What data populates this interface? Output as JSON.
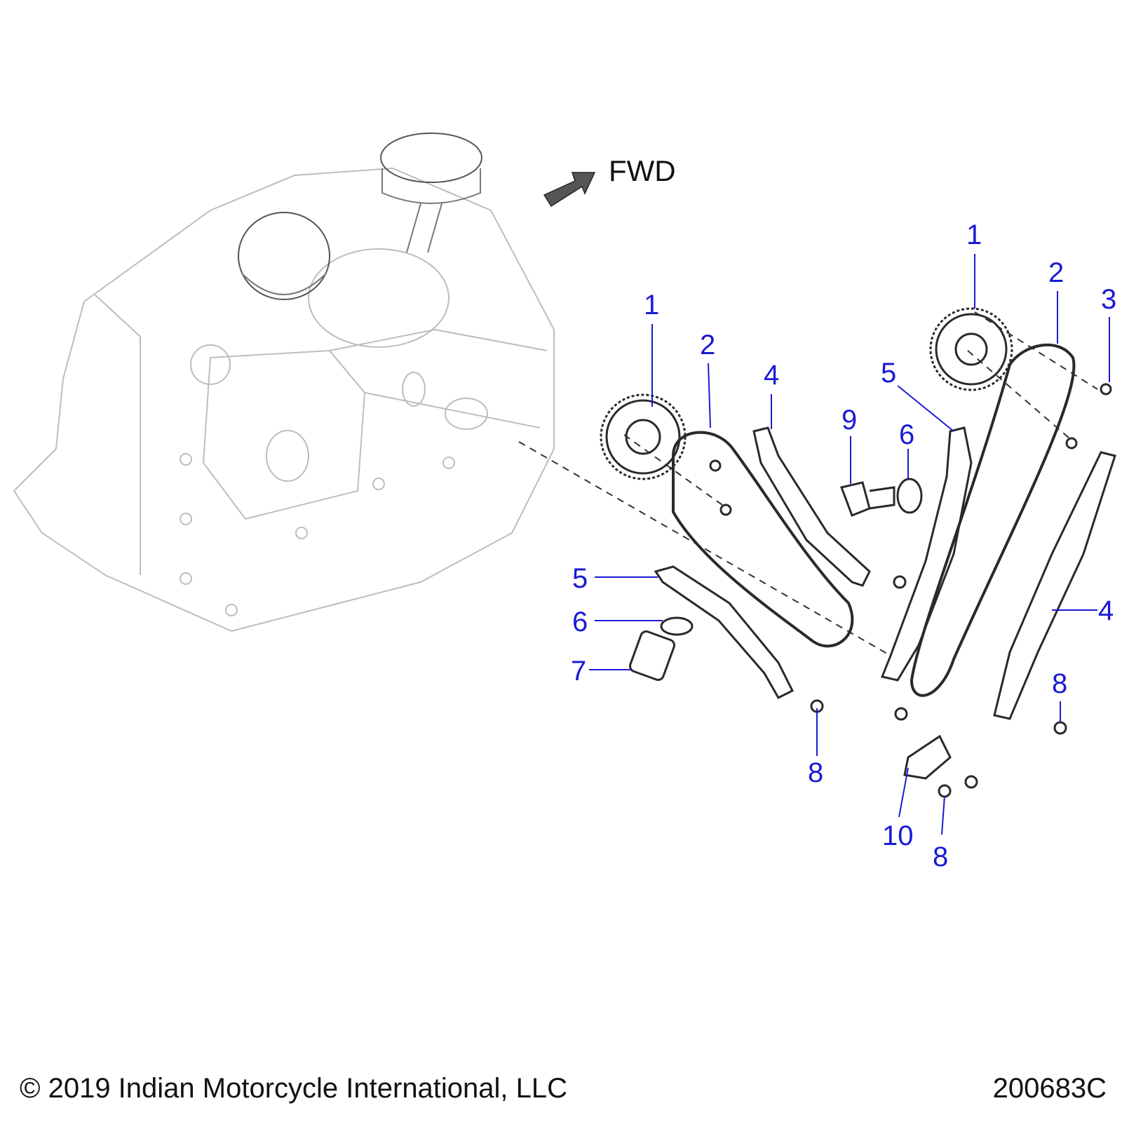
{
  "orientation": {
    "label": "FWD"
  },
  "callouts": {
    "c1a": "1",
    "c2a": "2",
    "c4a": "4",
    "c1b": "1",
    "c2b": "2",
    "c3": "3",
    "c5a": "5",
    "c9": "9",
    "c6a": "6",
    "c5b": "5",
    "c6b": "6",
    "c7": "7",
    "c4b": "4",
    "c8a": "8",
    "c8b": "8",
    "c10": "10",
    "c8c": "8"
  },
  "footer": {
    "copyright": "© 2019 Indian Motorcycle International, LLC",
    "figure_id": "200683C"
  },
  "colors": {
    "callout": "#1a1ad6",
    "line_art": "#2a2a2a",
    "engine_art": "#bdbdbd",
    "arrow": "#555555"
  }
}
